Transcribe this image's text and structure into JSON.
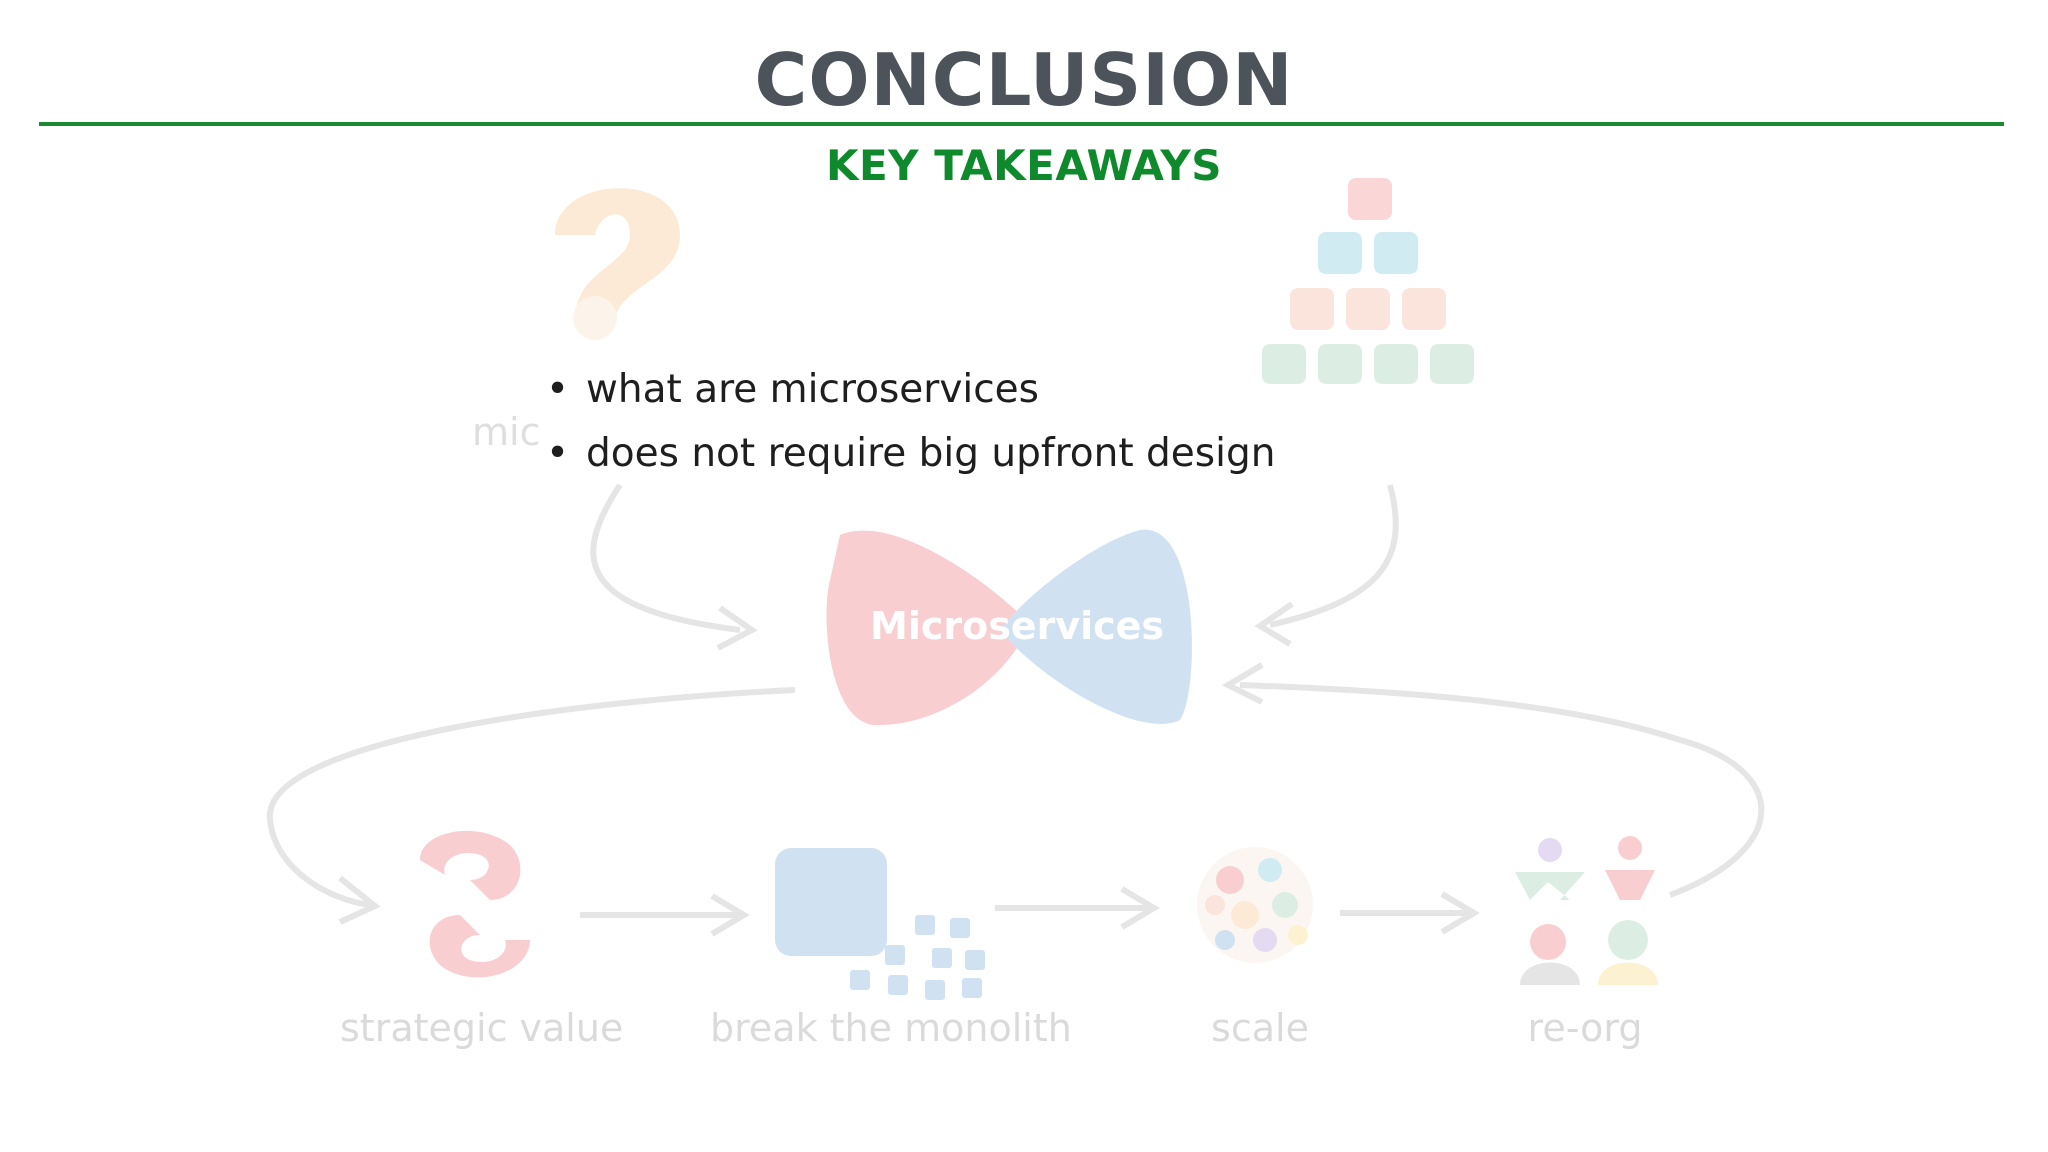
{
  "slide": {
    "title": "CONCLUSION",
    "subtitle": "KEY TAKEAWAYS",
    "accent_color": "#1c8a34"
  },
  "bullets": [
    "what are microservices",
    "does not require big upfront design"
  ],
  "diagram": {
    "center_label": "Microservices",
    "partial_label": "mic",
    "steps": [
      {
        "label": "strategic value",
        "icon": "swirl-icon"
      },
      {
        "label": "break the monolith",
        "icon": "monolith-blocks-icon"
      },
      {
        "label": "scale",
        "icon": "shape-cluster-icon"
      },
      {
        "label": "re-org",
        "icon": "team-people-icon"
      }
    ]
  }
}
